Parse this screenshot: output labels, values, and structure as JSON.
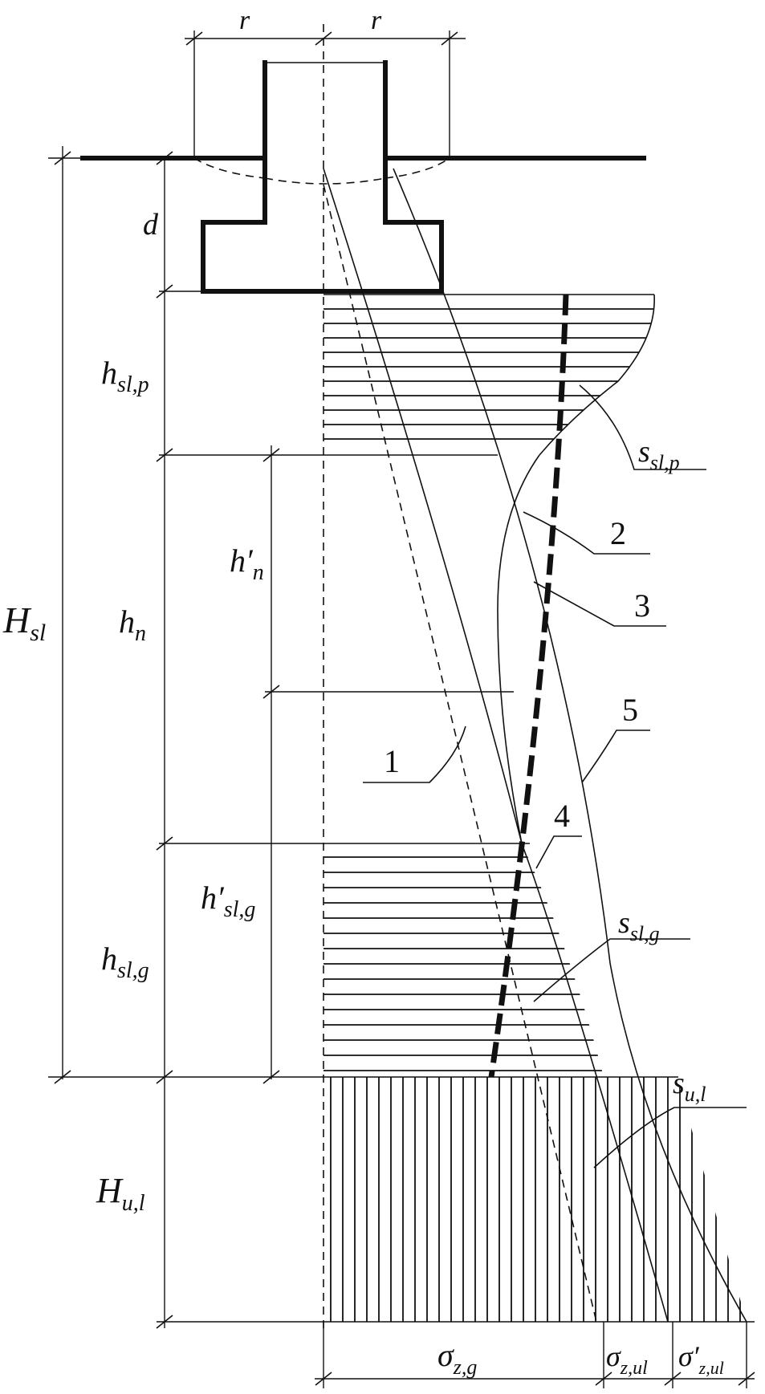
{
  "labels": {
    "r_left": "r",
    "r_right": "r",
    "d": "d",
    "H_sl_main": "H",
    "H_sl_sub": "sl",
    "h_slp_main": "h",
    "h_slp_sub": "sl,p",
    "h_n_main": "h",
    "h_n_sub": "n",
    "h_prime_n_main": "h′",
    "h_prime_n_sub": "n",
    "h_slg_main": "h",
    "h_slg_sub": "sl,g",
    "h_prime_slg_main": "h′",
    "h_prime_slg_sub": "sl,g",
    "H_ul_main": "H",
    "H_ul_sub": "u,l",
    "s_slp_main": "s",
    "s_slp_sub": "sl,p",
    "s_slg_main": "s",
    "s_slg_sub": "sl,g",
    "s_ul_main": "s",
    "s_ul_sub": "u,l",
    "sigma_zg_main": "σ",
    "sigma_zg_sub": "z,g",
    "sigma_zul_main": "σ",
    "sigma_zul_sub": "z,ul",
    "sigma_prime_zul_main": "σ′",
    "sigma_prime_zul_sub": "z,ul"
  },
  "curve_numbers": {
    "one": "1",
    "two": "2",
    "three": "3",
    "four": "4",
    "five": "5"
  }
}
